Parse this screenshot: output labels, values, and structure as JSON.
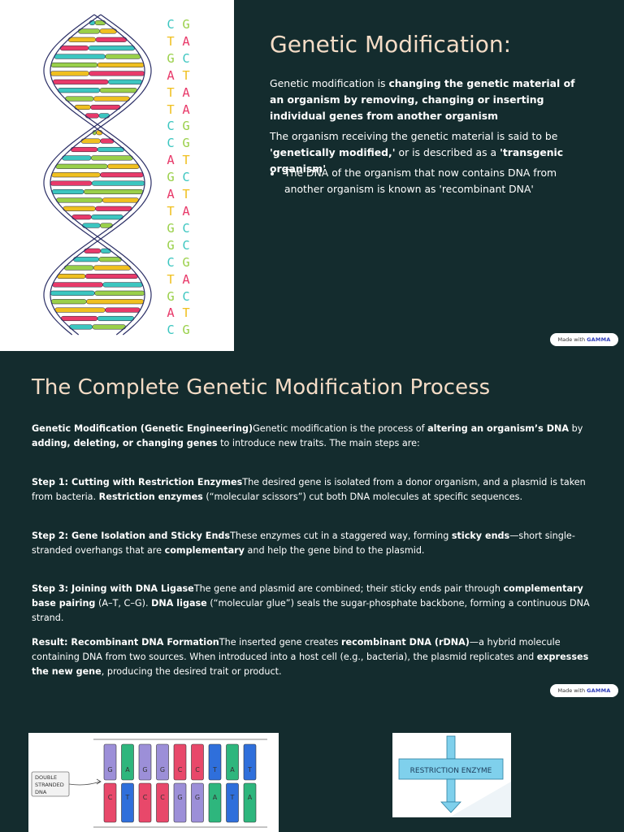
{
  "slide1": {
    "title": "Genetic Modification:",
    "p1_prefix": "Genetic modification is ",
    "p1_bold": "changing the genetic material of an organism by removing, changing or inserting individual genes from another organism",
    "p2_prefix": "The organism receiving the genetic material is said to be ",
    "p2_bold1": "'genetically modified,'",
    "p2_mid": " or is described as a ",
    "p2_bold2": "'transgenic organism'",
    "bullet": "The DNA of the organism that now contains DNA from another organism is known as 'recombinant DNA'",
    "bases_left": [
      "C",
      "T",
      "G",
      "A",
      "T",
      "T",
      "C",
      "C",
      "A",
      "G",
      "A",
      "T",
      "G",
      "G",
      "C",
      "T",
      "G",
      "A",
      "C"
    ],
    "bases_right": [
      "G",
      "A",
      "C",
      "T",
      "A",
      "A",
      "G",
      "G",
      "T",
      "C",
      "T",
      "A",
      "C",
      "C",
      "G",
      "A",
      "C",
      "T",
      "G"
    ],
    "badge_prefix": "Made with ",
    "badge_brand": "GAMMA"
  },
  "slide2": {
    "title": "The Complete Genetic Modification Process",
    "intro_b1": "Genetic Modification (Genetic Engineering)",
    "intro_t1": "Genetic modification is the process of ",
    "intro_b2": "altering an organism’s DNA",
    "intro_t2": " by ",
    "intro_b3": "adding, deleting, or changing genes",
    "intro_t3": " to introduce new traits. The main steps are:",
    "s1_b1": "Step 1: Cutting with Restriction Enzymes",
    "s1_t1": "The desired gene is isolated from a donor organism, and a plasmid is taken from bacteria. ",
    "s1_b2": "Restriction enzymes",
    "s1_t2": " (“molecular scissors”) cut both DNA molecules at specific sequences.",
    "s2_b1": "Step 2: Gene Isolation and Sticky Ends",
    "s2_t1": "These enzymes cut in a staggered way, forming ",
    "s2_b2": "sticky ends",
    "s2_t2": "—short single-stranded overhangs that are ",
    "s2_b3": "complementary",
    "s2_t3": " and help the gene bind to the plasmid.",
    "s3_b1": "Step 3: Joining with DNA Ligase",
    "s3_t1": "The gene and plasmid are combined; their sticky ends pair through ",
    "s3_b2": "complementary base pairing",
    "s3_t2": " (A–T, C–G). ",
    "s3_b3": "DNA ligase",
    "s3_t3": " (“molecular glue”) seals the sugar-phosphate backbone, forming a continuous DNA strand.",
    "r_b1": "Result: Recombinant DNA Formation",
    "r_t1": "The inserted gene creates ",
    "r_b2": "recombinant DNA (rDNA)",
    "r_t2": "—a hybrid molecule containing DNA from two sources. When introduced into a host cell (e.g., bacteria), the plasmid replicates and ",
    "r_b3": "expresses the new gene",
    "r_t3": ", producing the desired trait or product.",
    "badge_prefix": "Made with ",
    "badge_brand": "GAMMA"
  },
  "slide3": {
    "ds_label_1": "DOUBLE",
    "ds_label_2": "STRANDED",
    "ds_label_3": "DNA",
    "top_bases": [
      "G",
      "A",
      "G",
      "G",
      "C",
      "C",
      "T",
      "A",
      "T"
    ],
    "bottom_bases": [
      "C",
      "T",
      "C",
      "C",
      "G",
      "G",
      "A",
      "T",
      "A"
    ],
    "enzyme_label": "RESTRICTION   ENZYME"
  },
  "colors": {
    "background": "#142c2e",
    "title": "#f4dcc6",
    "base_c": "#3cc6c0",
    "base_g": "#9ad04a",
    "base_t": "#f0c020",
    "base_a": "#e83a6a"
  }
}
